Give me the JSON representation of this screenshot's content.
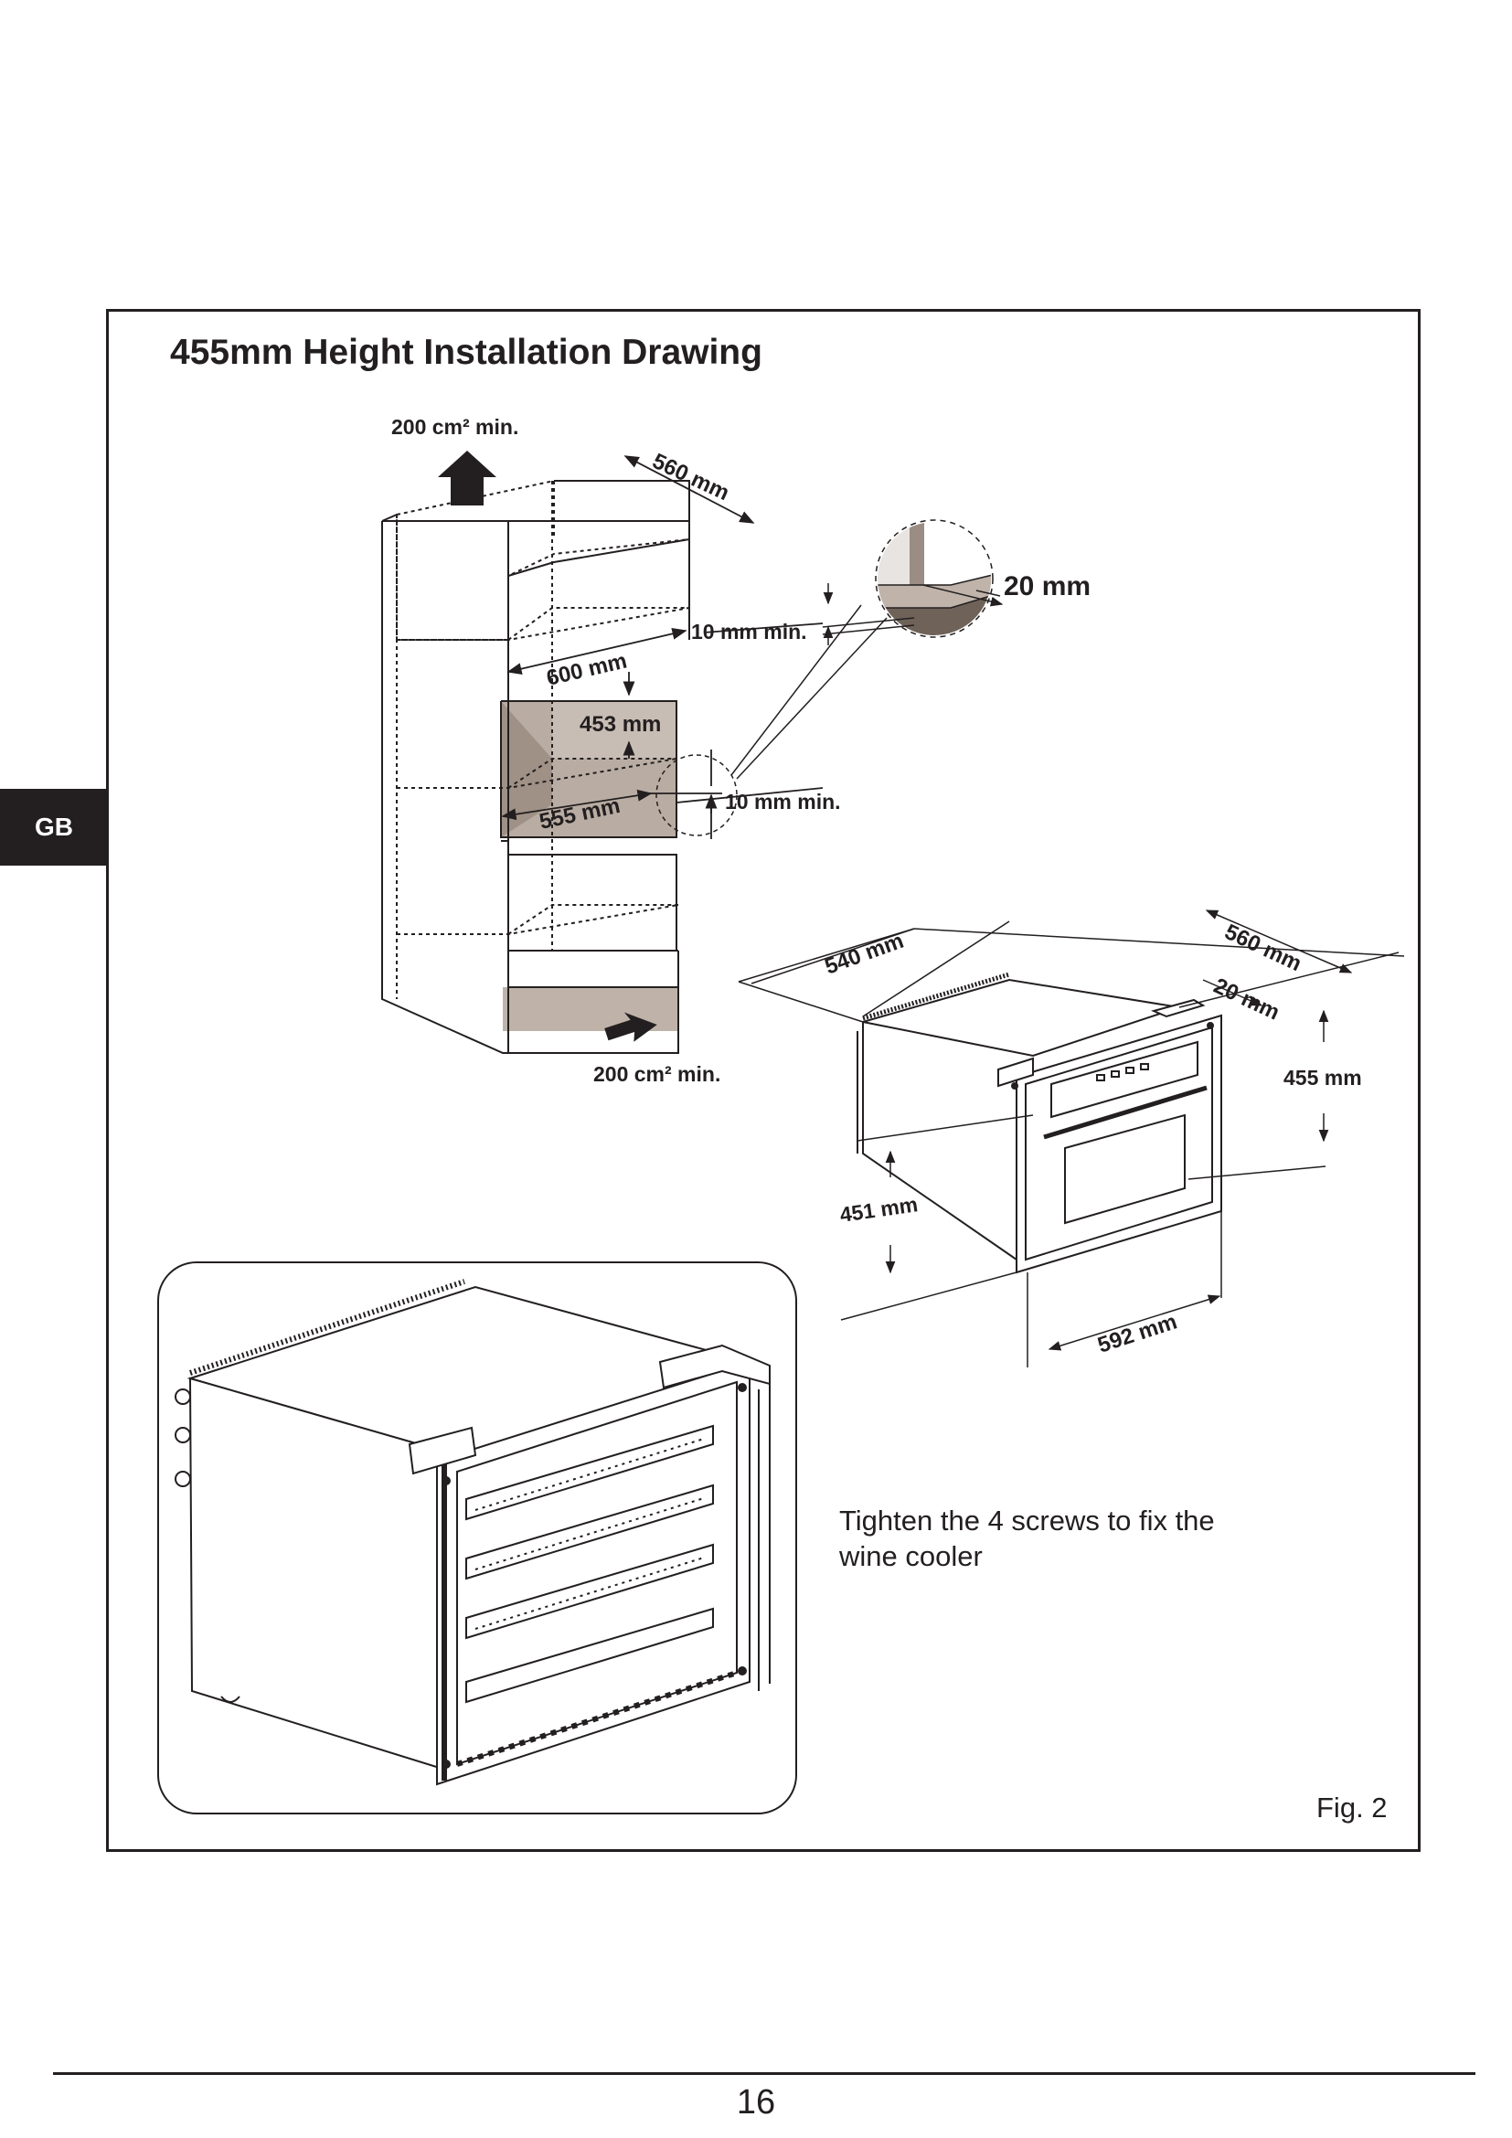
{
  "side_tab": "GB",
  "title": "455mm Height Installation Drawing",
  "figure_label": "Fig. 2",
  "instruction": "Tighten the 4 screws to fix the wine cooler",
  "page_number": "16",
  "dimensions": {
    "vent_top": "200 cm² min.",
    "vent_bottom": "200 cm² min.",
    "cabinet_depth": "560 mm",
    "cabinet_width": "600 mm",
    "niche_height": "453 mm",
    "niche_depth": "555 mm",
    "gap_top": "10 mm min.",
    "gap_bottom": "10 mm min.",
    "detail_offset": "20 mm",
    "appliance_depth": "540 mm",
    "appliance_total_depth": "560 mm",
    "appliance_front_offset": "20 mm",
    "appliance_height": "455 mm",
    "appliance_body_height": "451 mm",
    "appliance_width": "592 mm"
  }
}
